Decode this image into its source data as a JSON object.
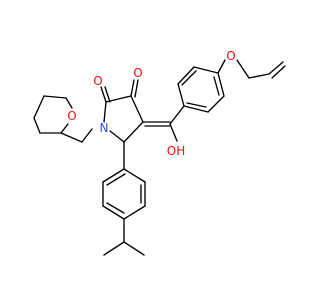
{
  "colors": {
    "bond": "#000000",
    "oxygen": "#ff0d0d",
    "nitrogen": "#3050f8",
    "background": "#ffffff"
  },
  "atoms": {
    "o_ring": "O",
    "o_ketone_1": "O",
    "o_ketone_2": "O",
    "o_ether": "O",
    "n_lactam": "N",
    "oh_enol": "OH"
  }
}
